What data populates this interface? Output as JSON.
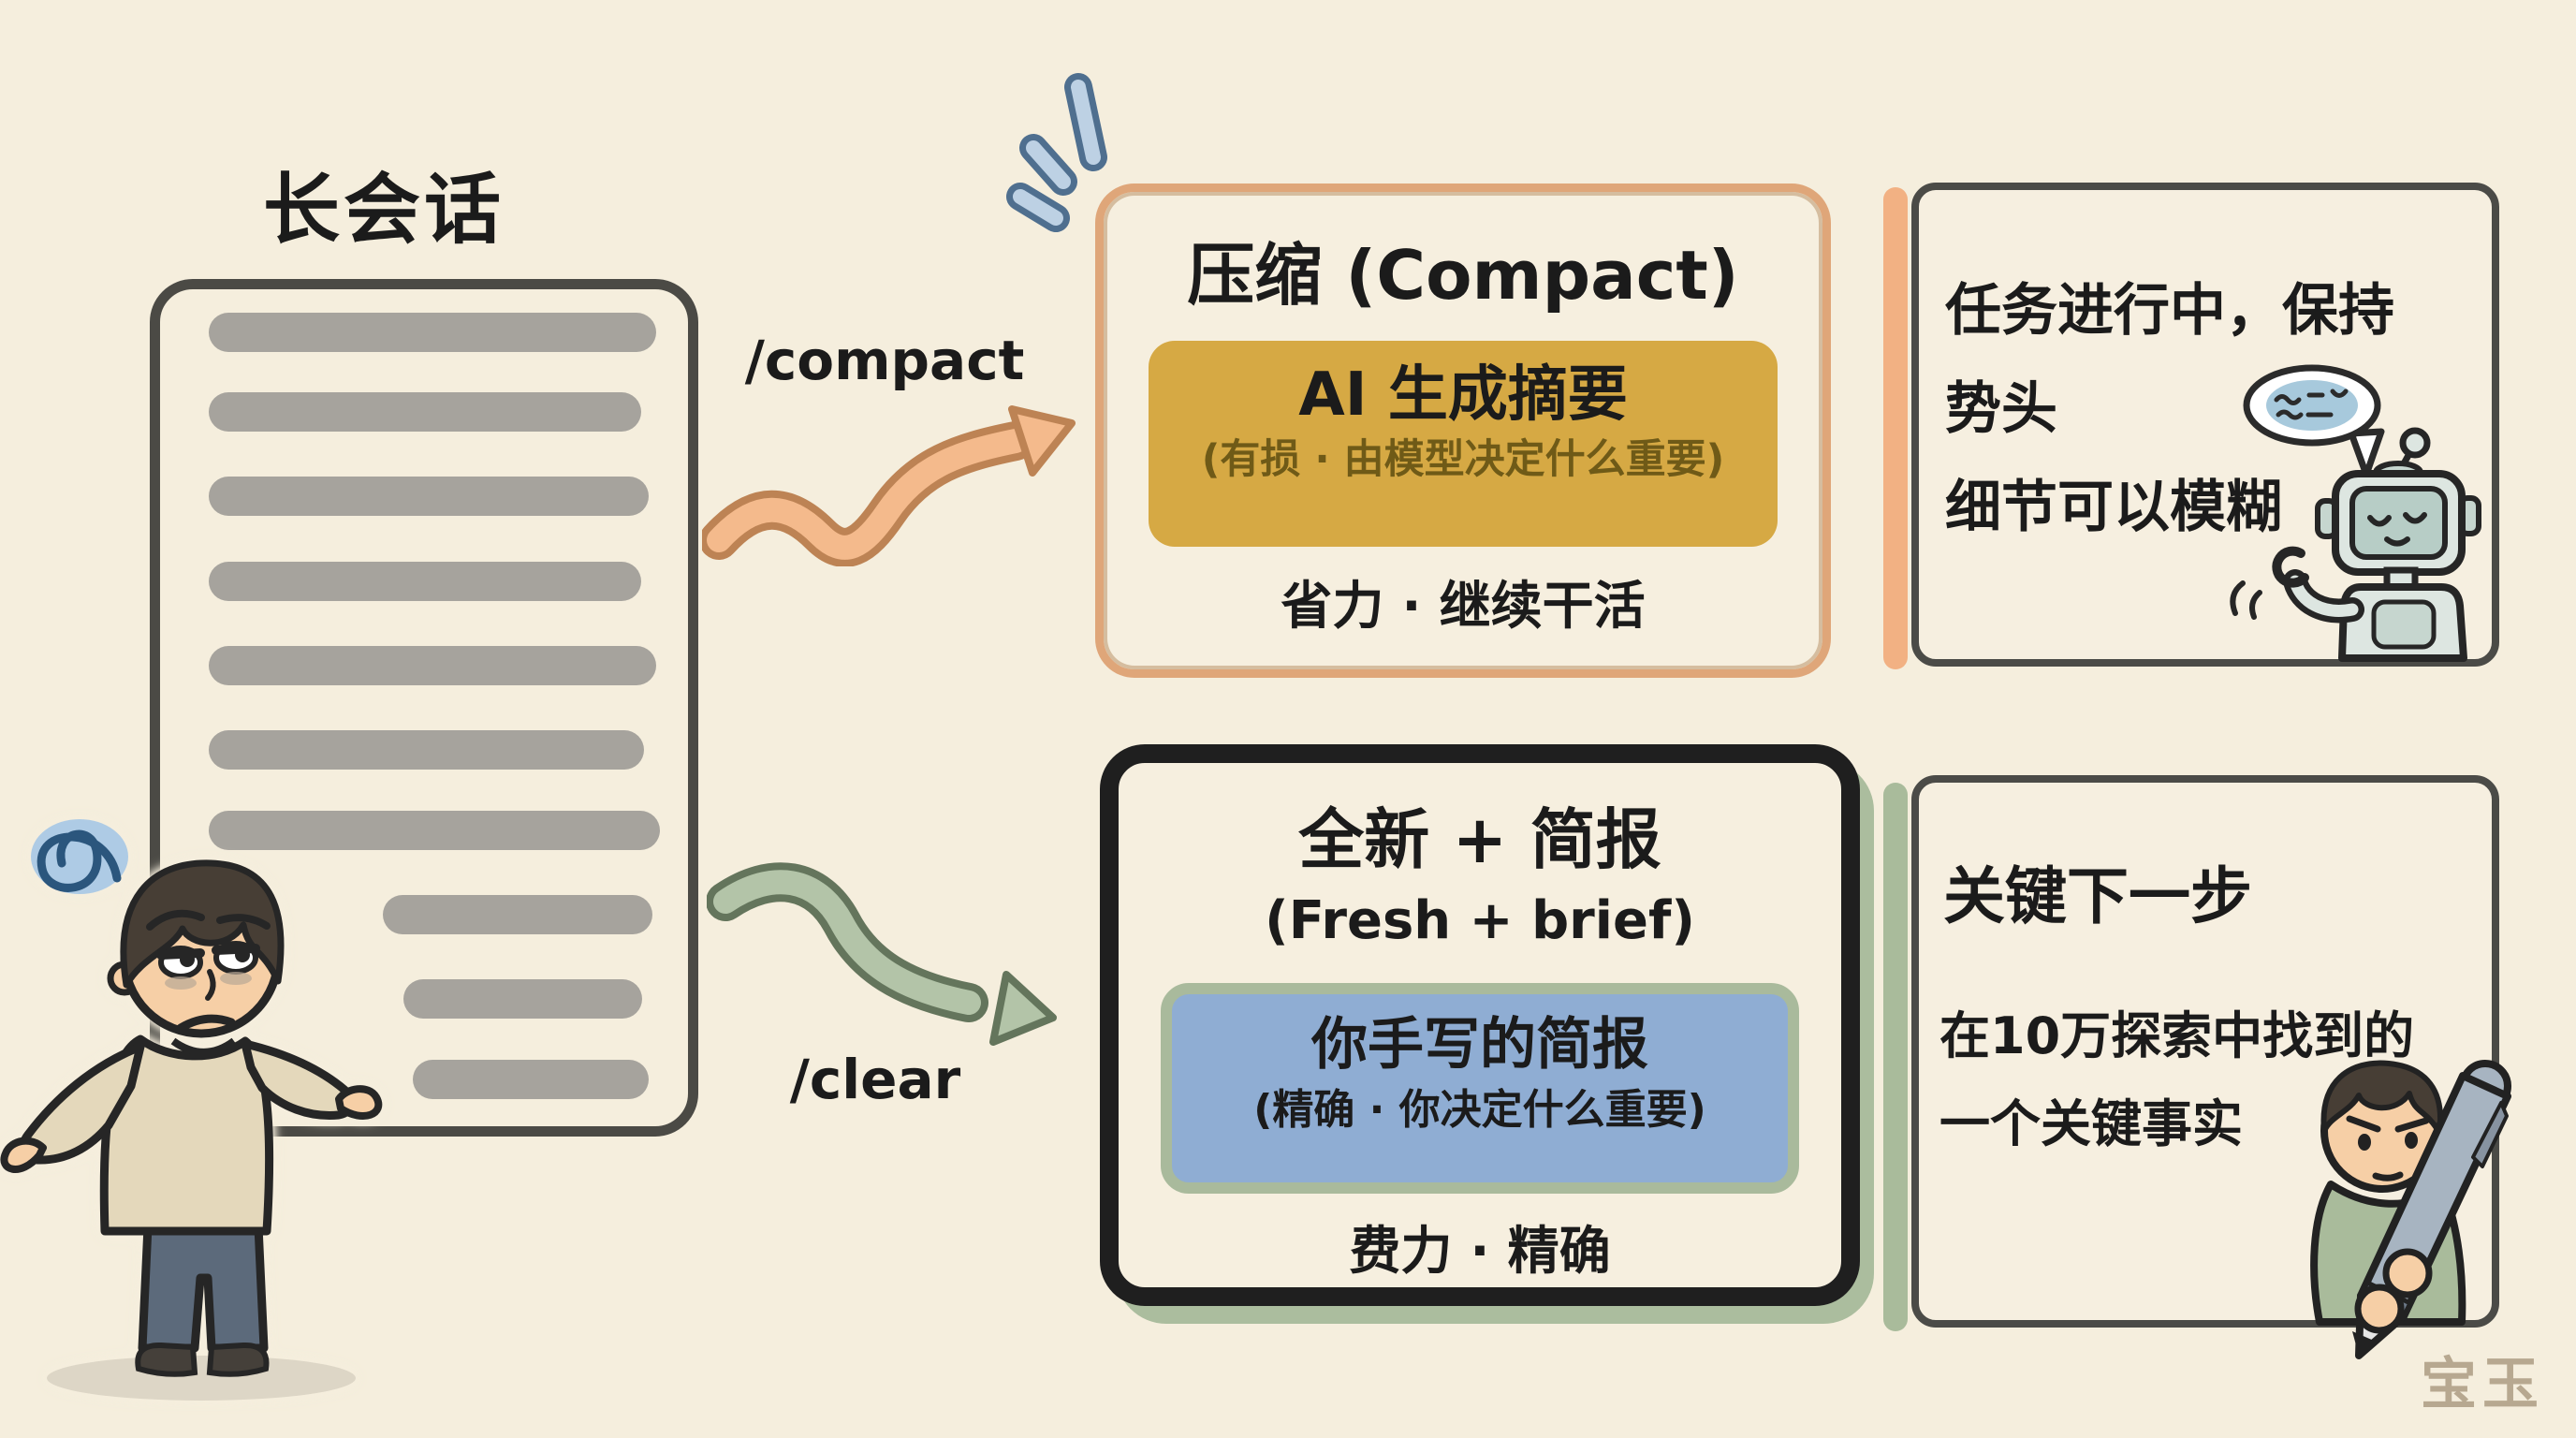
{
  "page": {
    "bg_color": "#f5eedd",
    "watermark": "宝玉"
  },
  "source": {
    "title": "长会话",
    "redacted_line_count": 10
  },
  "routes": {
    "compact": {
      "command": "/compact",
      "arrow_color": "#f4ba8c"
    },
    "clear": {
      "command": "/clear",
      "arrow_color": "#b3c4a8"
    }
  },
  "compact_card": {
    "title": "压缩 (Compact)",
    "pill_heading": "AI 生成摘要",
    "pill_subtitle": "(有损 · 由模型决定什么重要)",
    "pill_color": "#d6a944",
    "footer": "省力 · 继续干活",
    "border_color": "#dfa679"
  },
  "fresh_card": {
    "title": "全新 + 简报",
    "subtitle": "(Fresh + brief)",
    "pill_heading": "你手写的简报",
    "pill_subtitle": "(精确 · 你决定什么重要)",
    "pill_color": "#8fadd3",
    "footer": "费力 · 精确",
    "border_color": "#1f1f1f",
    "shadow_color": "#abbd9e"
  },
  "compact_note": {
    "line1": "任务进行中，保持",
    "line2": "势头",
    "line3": "细节可以模糊",
    "accent_color": "#f2b183"
  },
  "clear_note": {
    "title": "关键下一步",
    "line1": "在10万探索中找到的",
    "line2": "一个关键事实",
    "accent_color": "#a9bb9b"
  }
}
